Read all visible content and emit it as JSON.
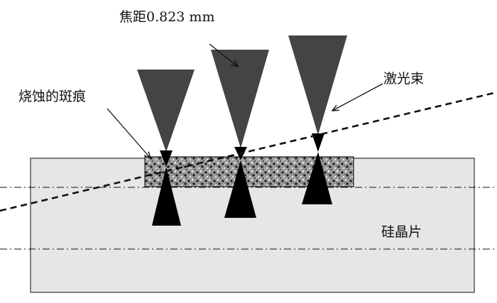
{
  "labels": {
    "focal_length": "焦距0.823 mm",
    "ablation_mark": "烧蚀的斑痕",
    "laser_beam": "激光束",
    "silicon_wafer": "硅晶片"
  },
  "colors": {
    "wafer_fill": "#e6e6e6",
    "beam_upper": "#444444",
    "beam_lower": "#000000",
    "ablation_base": "#9a9a9a"
  }
}
